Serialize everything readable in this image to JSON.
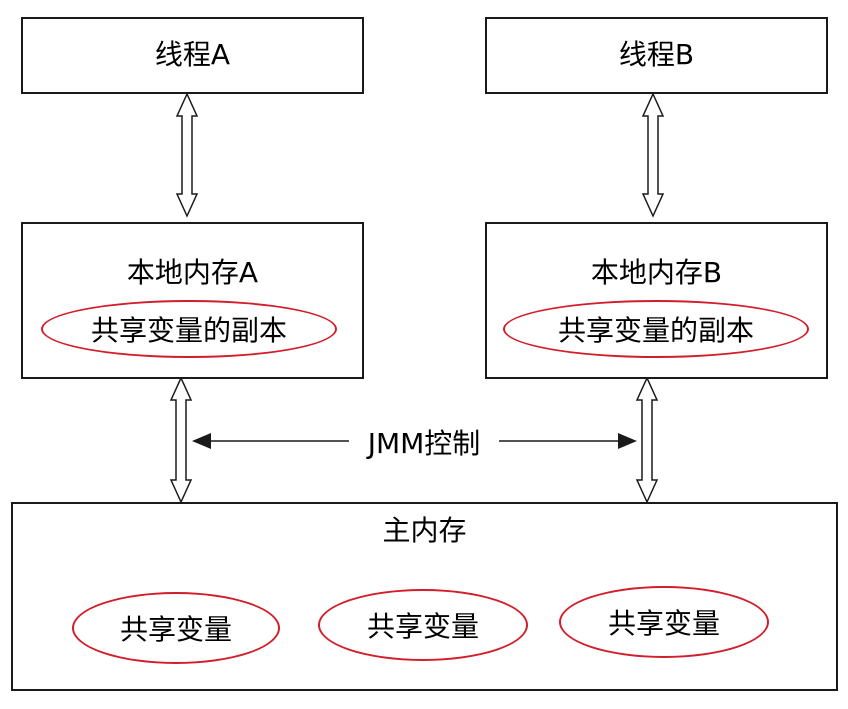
{
  "thread_a": {
    "label": "线程A"
  },
  "thread_b": {
    "label": "线程B"
  },
  "local_memory_a": {
    "label": "本地内存A",
    "copy_label": "共享变量的副本"
  },
  "local_memory_b": {
    "label": "本地内存B",
    "copy_label": "共享变量的副本"
  },
  "jmm_control": {
    "label": "JMM控制"
  },
  "main_memory": {
    "label": "主内存",
    "variables": [
      "共享变量",
      "共享变量",
      "共享变量"
    ]
  },
  "colors": {
    "ellipse_border": "#d21e2a",
    "box_border": "#1a1a1a",
    "background": "#ffffff"
  }
}
